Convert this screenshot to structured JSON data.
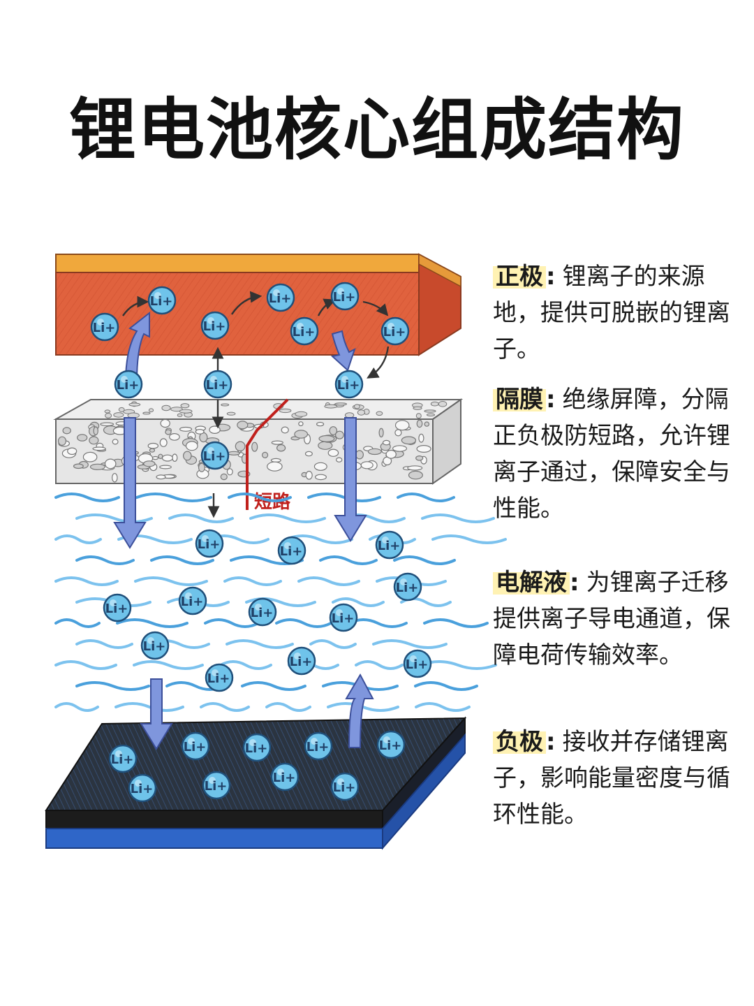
{
  "title": "锂电池核心组成结构",
  "ion_label": "Li+",
  "short_circuit_label": "短路",
  "sections": [
    {
      "term": "正极",
      "colon": ":",
      "text": "锂离子的来源地，提供可脱嵌的锂离子。"
    },
    {
      "term": "隔膜",
      "colon": ":",
      "text": "绝缘屏障，分隔正负极防短路，允许锂离子通过，保障安全与性能。"
    },
    {
      "term": "电解液",
      "colon": ":",
      "text": "为锂离子迁移提供离子导电通道，保障电荷传输效率。"
    },
    {
      "term": "负极",
      "colon": ":",
      "text": "接收并存储锂离子，影响能量密度与循环性能。"
    }
  ],
  "colors": {
    "cathode": "#e0623e",
    "cathode_top": "#f0a83c",
    "separator": "#e8e8e8",
    "electrolyte_wave": "#5fb0e6",
    "anode_top": "#2b3440",
    "anode_base": "#2f66c8",
    "ion": "#6fc3ea",
    "arrow": "#7f96dd",
    "short": "#c0201c",
    "highlight": "#fff2b3"
  }
}
